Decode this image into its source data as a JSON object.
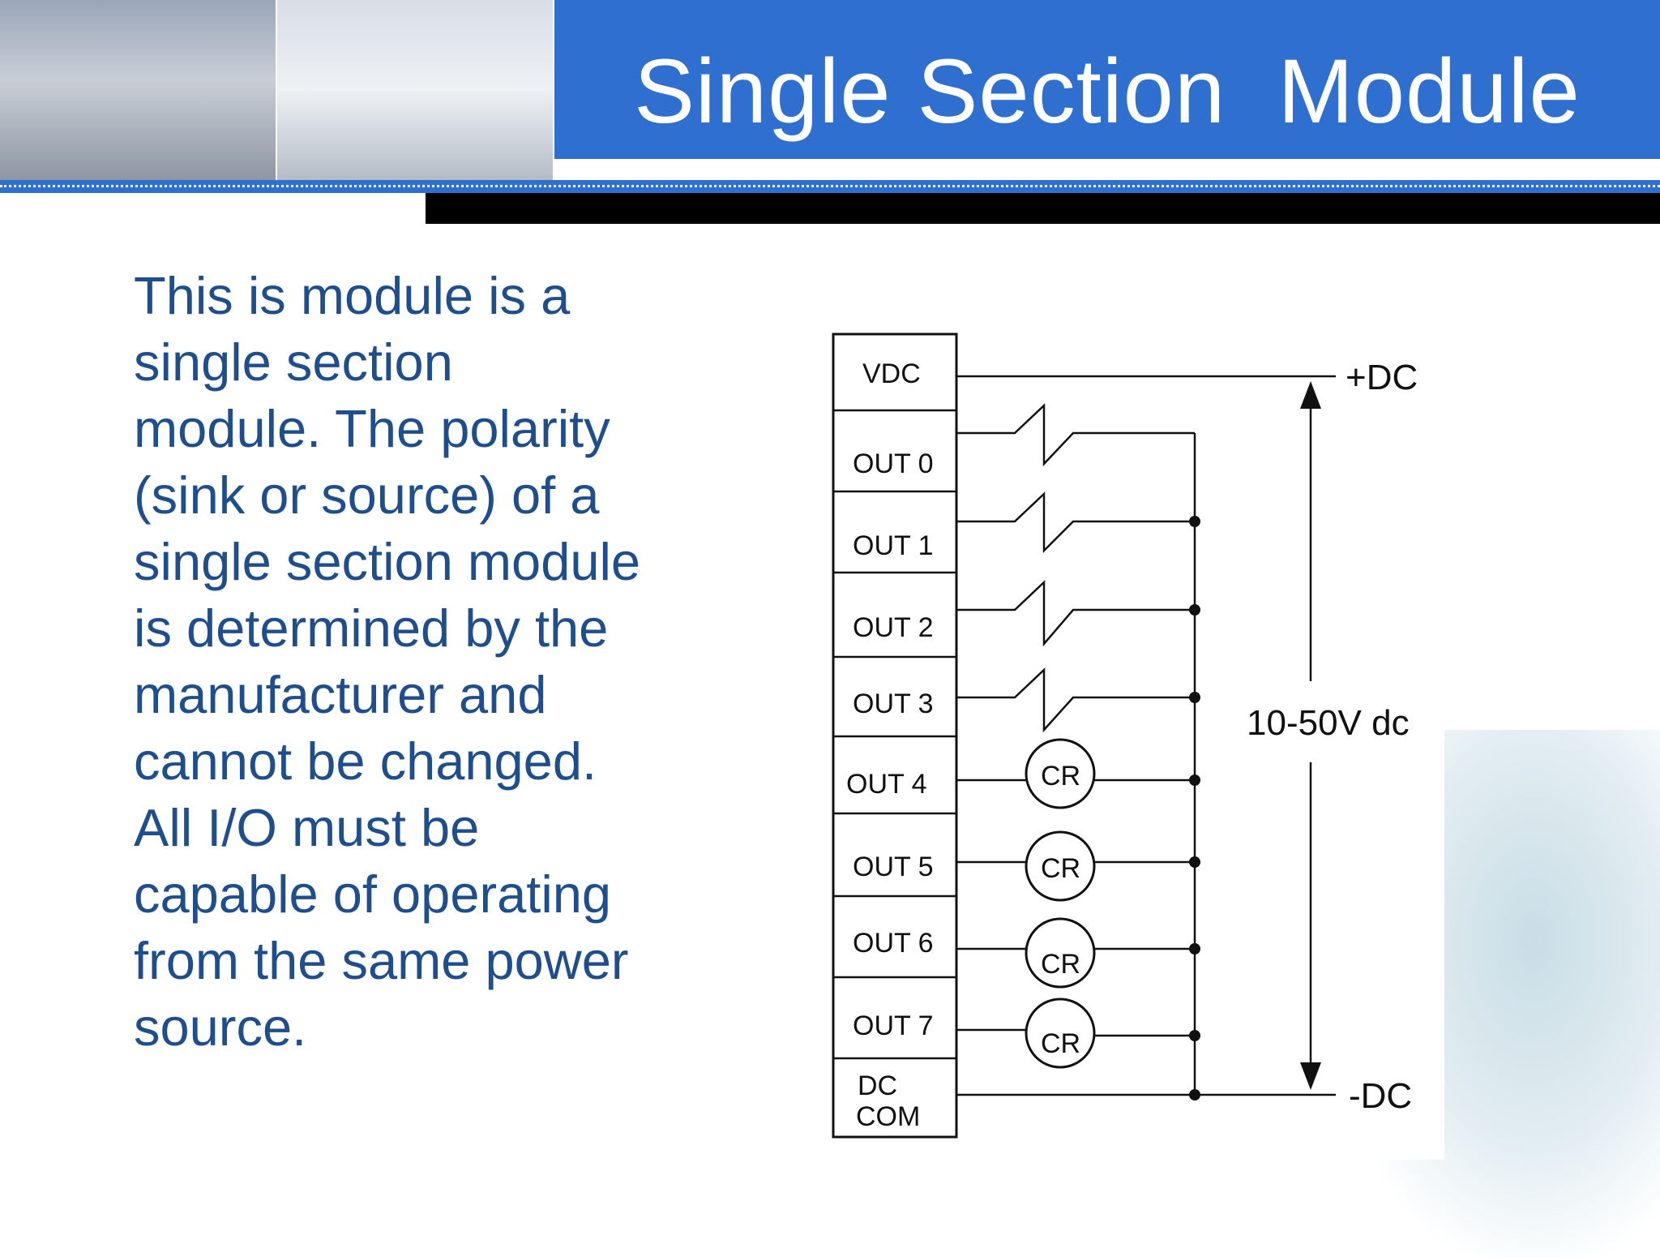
{
  "header": {
    "title": "Single Section  Module"
  },
  "body": {
    "text": "This is module is a single section module. The polarity (sink or source) of a single section module is determined by the manufacturer and cannot be changed. All I/O must be capable of operating from the same power source."
  },
  "diagram": {
    "terminals": [
      "VDC",
      "OUT 0",
      "OUT 1",
      "OUT 2",
      "OUT 3",
      "OUT 4",
      "OUT 5",
      "OUT 6",
      "OUT 7",
      "DC",
      "COM"
    ],
    "load_label": "CR",
    "positive_rail": "+DC",
    "negative_rail": "-DC",
    "voltage_range": "10-50V dc"
  }
}
